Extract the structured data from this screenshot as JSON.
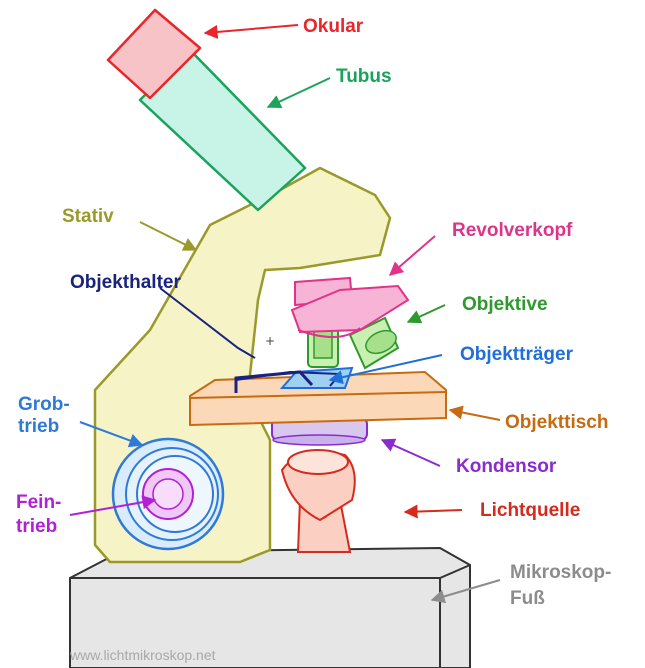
{
  "labels": {
    "okular": "Okular",
    "tubus": "Tubus",
    "stativ": "Stativ",
    "revolverkopf": "Revolverkopf",
    "objekthalter": "Objekthalter",
    "objektive": "Objektive",
    "objekttraeger": "Objektträger",
    "grobtrieb_1": "Grob-",
    "grobtrieb_2": "trieb",
    "objekttisch": "Objekttisch",
    "kondensor": "Kondensor",
    "feintrieb_1": "Fein-",
    "feintrieb_2": "trieb",
    "lichtquelle": "Lichtquelle",
    "fuss_1": "Mikroskop-",
    "fuss_2": "Fuß"
  },
  "watermark": "www.lichtmikroskop.net",
  "colors": {
    "okular": "#e8262b",
    "tubus": "#1aa35a",
    "stativ": "#9a9a2a",
    "revolverkopf": "#e0338a",
    "objekthalter": "#1a237e",
    "objektive": "#2e9a2e",
    "objekttraeger": "#1e6fd9",
    "grobtrieb": "#2f7ad6",
    "objekttisch": "#c76a12",
    "kondensor": "#8a2bd1",
    "feintrieb": "#b11fd6",
    "lichtquelle": "#d42b1e",
    "fuss": "#8c8c8c",
    "watermark": "#a8a8a8"
  }
}
